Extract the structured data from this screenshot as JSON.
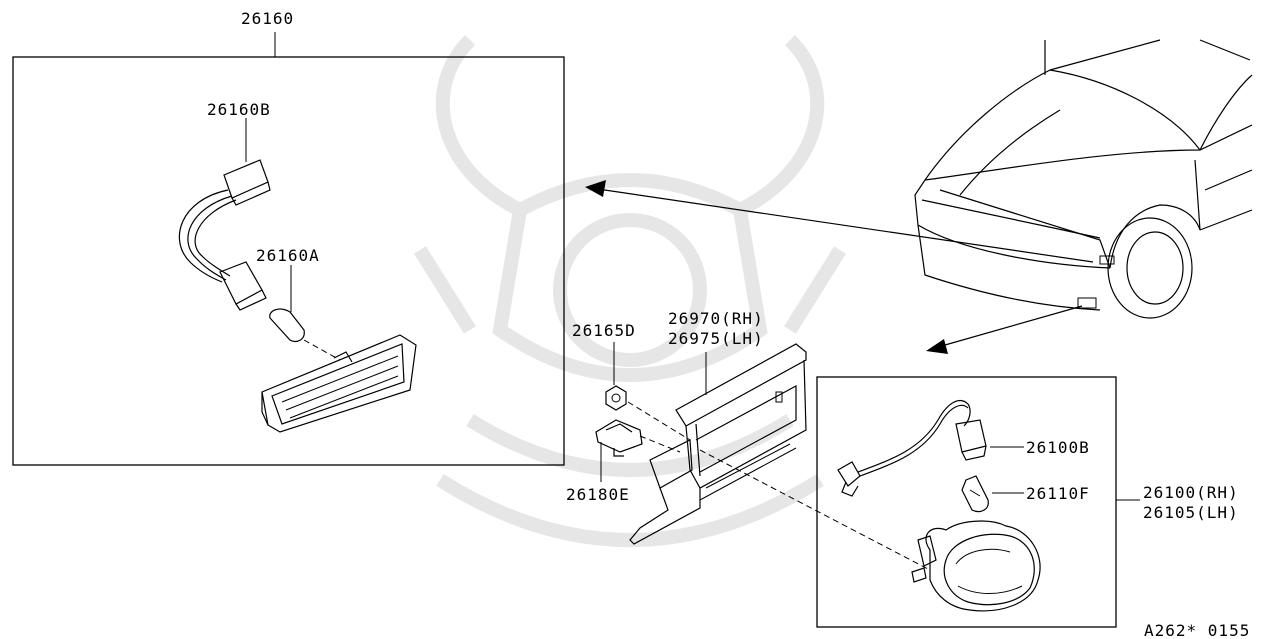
{
  "diagram": {
    "drawing_code": "A262* 0155",
    "parts": {
      "side_marker_assembly": "26160",
      "side_marker_socket": "26160B",
      "side_marker_bulb": "26160A",
      "nut": "26165D",
      "clip": "26180E",
      "bracket_rh": "26970(RH)",
      "bracket_lh": "26975(LH)",
      "fog_socket": "26100B",
      "fog_bulb": "26110F",
      "fog_lamp_rh": "26100(RH)",
      "fog_lamp_lh": "26105(LH)"
    }
  }
}
